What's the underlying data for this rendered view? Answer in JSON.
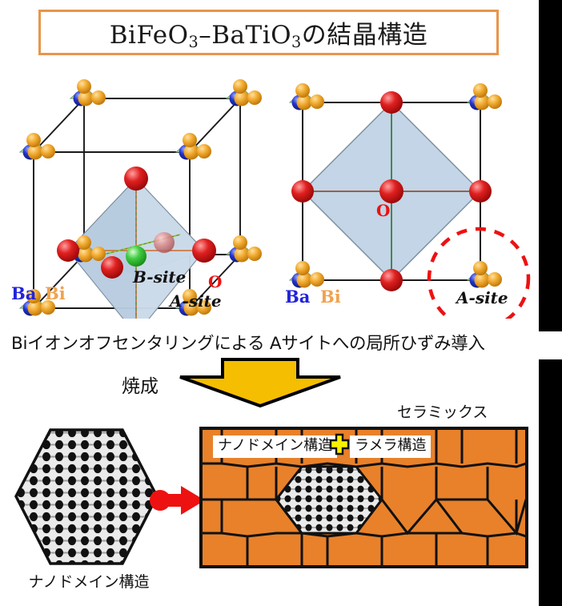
{
  "title": {
    "prefix": "BiFeO",
    "sub1": "3",
    "dash": "–BaTiO",
    "sub2": "3",
    "suffix": "の結晶構造",
    "full": "BiFeO3-BaTiO3の結晶構造",
    "border_color": "#E8954A"
  },
  "left_panel": {
    "name": "3D perovskite unit cell",
    "labels": {
      "b_site": "B-site",
      "oxygen": "O",
      "ba": "Ba",
      "bi": "Bi",
      "a_site": "A-site"
    }
  },
  "right_panel": {
    "name": "2D projection of perovskite cell",
    "labels": {
      "oxygen": "O",
      "ba": "Ba",
      "bi": "Bi",
      "a_site": "A-site"
    },
    "highlight": {
      "shape": "dashed-circle",
      "color": "#EE1111",
      "target": "A-site"
    }
  },
  "process": {
    "description": "Biイオンオフセンタリングによる Aサイトへの局所ひずみ導入",
    "firing_label": "焼成",
    "arrow_color": "#F5BE00"
  },
  "bottom": {
    "nanodomain_caption": "ナノドメイン構造",
    "ceramics_caption": "セラミックス",
    "inline_nano_label": "ナノドメイン構造",
    "inline_lamella_label": "ラメラ構造",
    "plus_symbol": "+",
    "grain_color": "#E8812A",
    "domain_fill": "#EAEAEA",
    "arrow_color": "#EE1111"
  },
  "colors": {
    "ba_sphere": "#2233CC",
    "bi_sphere": "#F0A828",
    "oxygen_sphere": "#E01818",
    "b_site_sphere": "#3ECB3E",
    "octahedron": "#C8D8E8",
    "tetra_face": "#CCE8CC",
    "band": "#000000"
  }
}
